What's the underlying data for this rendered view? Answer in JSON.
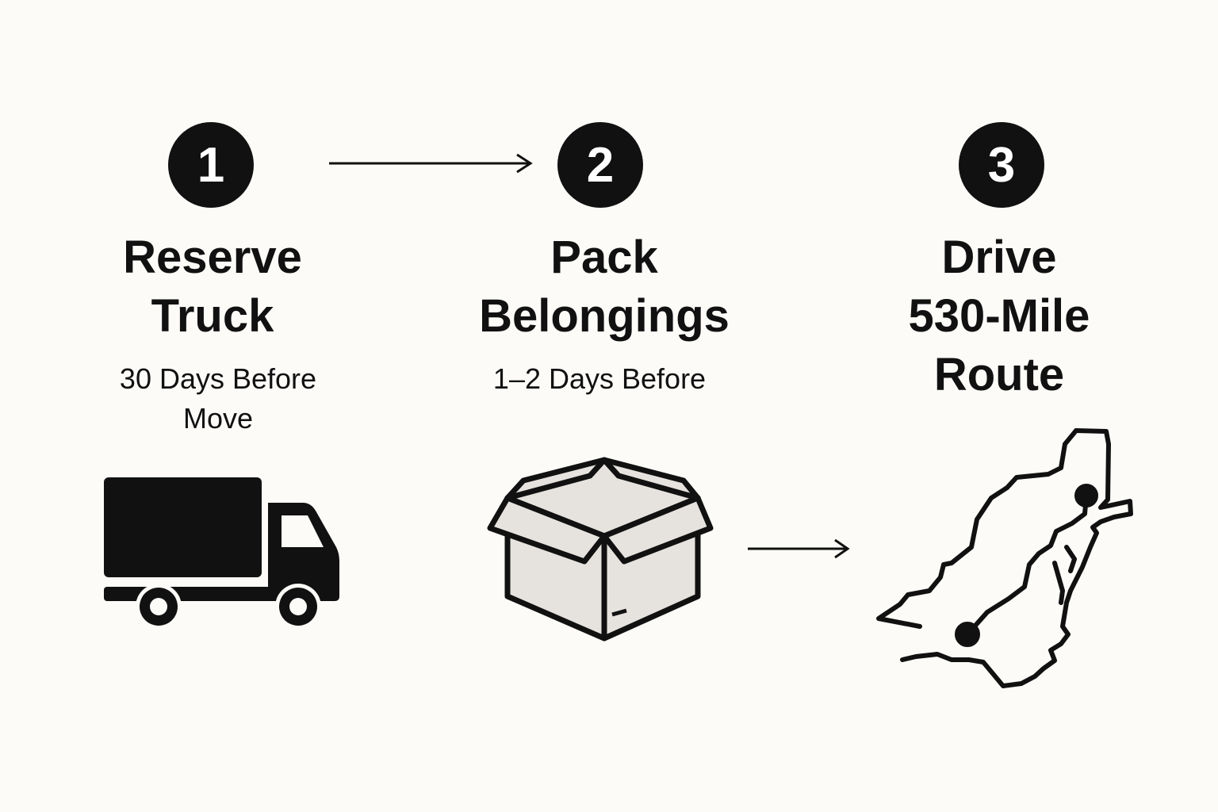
{
  "steps": [
    {
      "number": "1",
      "title_line1": "Reserve",
      "title_line2": "Truck",
      "subtitle_line1": "30 Days Before",
      "subtitle_line2": "Move",
      "icon": "truck-icon"
    },
    {
      "number": "2",
      "title_line1": "Pack",
      "title_line2": "Belongings",
      "subtitle_line1": "1–2 Days Before",
      "icon": "box-icon"
    },
    {
      "number": "3",
      "title_line1": "Drive",
      "title_line2": "530-Mile",
      "title_line3": "Route",
      "icon": "route-map-icon"
    }
  ],
  "colors": {
    "ink": "#111111",
    "background": "#fcfbf8",
    "box_fill": "#e6e3df"
  }
}
